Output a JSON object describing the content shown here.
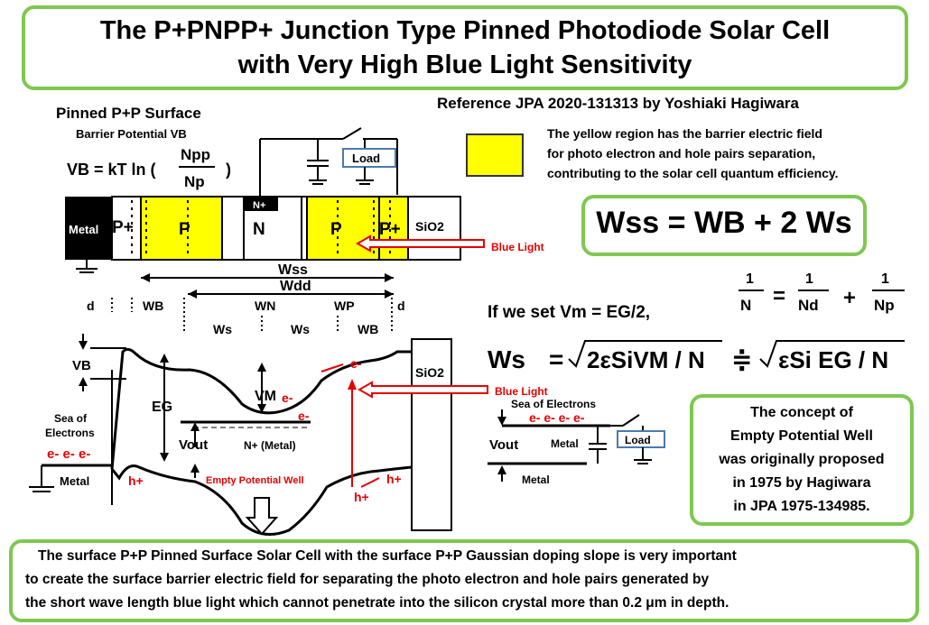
{
  "title": {
    "line1": "The P+PNPP+ Junction Type   Pinned Photodiode Solar Cell",
    "line2": "with Very High Blue Light  Sensitivity"
  },
  "reference": "Reference  JPA 2020-131313  by Yoshiaki Hagiwara",
  "surface": {
    "heading": "Pinned P+P Surface",
    "barrier_label": "Barrier Potential  VB",
    "vb_prefix": "VB = kT ln (",
    "numerator": "Npp",
    "denominator": "Np",
    "vb_suffix": ")"
  },
  "yellow_note": [
    "The yellow region has the barrier electric field",
    "for photo electron and hole pairs separation,",
    "contributing to the solar cell quantum efficiency."
  ],
  "colors": {
    "yellow": "#ffff00",
    "green_border": "#7ec850",
    "red": "#e60000",
    "load_border": "#4a7ab0"
  },
  "device": {
    "layers": [
      "Metal",
      "P+",
      "P",
      "N",
      "P",
      "P+",
      "SiO2"
    ],
    "n_plus": "N+",
    "load": "Load",
    "blue_light": "Blue Light"
  },
  "dimensions": {
    "wss": "Wss",
    "wdd": "Wdd",
    "d_left": "d",
    "wb_left": "WB",
    "wn": "WN",
    "wp": "WP",
    "d_right": "d",
    "ws1": "Ws",
    "ws2": "Ws",
    "wb_right": "WB"
  },
  "wss_formula": "Wss = WB + 2 Ws",
  "if_set": "If we set Vm = EG/2,",
  "n_formula": {
    "lhs_num": "1",
    "lhs_den": "N",
    "eq": "=",
    "a_num": "1",
    "a_den": "Nd",
    "plus": "+",
    "b_num": "1",
    "b_den": "Np"
  },
  "ws_formula": {
    "lhs": "Ws",
    "eq": "=",
    "sqrt1": "2εSiVM / N",
    "approx": "≑",
    "sqrt2": "εSi EG / N"
  },
  "band": {
    "vb": "VB",
    "eg": "EG",
    "vm": "VM",
    "vout": "Vout",
    "n_metal": "N+ (Metal)",
    "sio2": "SiO2",
    "sea": [
      "Sea of",
      "Electrons"
    ],
    "sea_e": "e- e- e-",
    "metal": "Metal",
    "empty_well": "Empty Potential Well",
    "h1": "h+",
    "h2": "h+",
    "h3": "h+",
    "e1": "e-",
    "e2": "e-",
    "e3": "e-",
    "blue_light": "Blue Light"
  },
  "circuit2": {
    "sea": "Sea of Electrons",
    "e_row": "e- e- e- e-",
    "vout": "Vout",
    "metal1": "Metal",
    "metal2": "Metal",
    "load": "Load"
  },
  "concept": [
    "The concept of",
    "Empty Potential Well",
    "was originally  proposed",
    "in 1975 by Hagiwara",
    "in   JPA 1975-134985."
  ],
  "bottom": [
    "The surface P+P  Pinned Surface Solar Cell with the surface P+P Gaussian doping slope is very important",
    "to create the surface barrier electric field for separating the photo electron and hole pairs generated by",
    "the short wave length blue light  which cannot penetrate into the silicon crystal more than 0.2 μm in depth."
  ]
}
